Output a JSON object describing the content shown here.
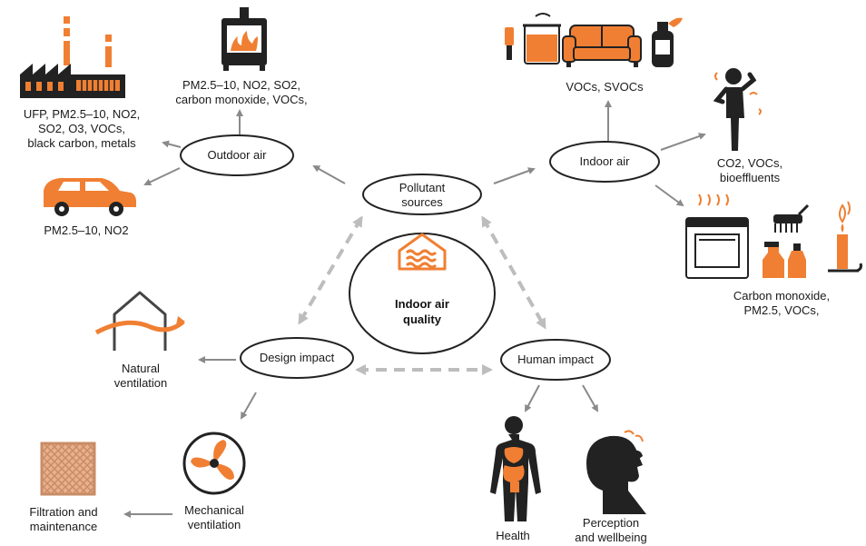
{
  "center": {
    "title_line1": "Indoor air",
    "title_line2": "quality"
  },
  "nodes": {
    "pollutant_sources_line1": "Pollutant",
    "pollutant_sources_line2": "sources",
    "outdoor_air": "Outdoor air",
    "indoor_air": "Indoor air",
    "design_impact": "Design impact",
    "human_impact": "Human impact"
  },
  "outdoor": {
    "industry_lines": [
      "UFP, PM2.5–10, NO2,",
      "SO2, O3, VOCs,",
      "black carbon, metals"
    ],
    "stove_lines": [
      "PM2.5–10, NO2, SO2,",
      "carbon monoxide, VOCs,"
    ],
    "car_lines": [
      "PM2.5–10, NO2"
    ]
  },
  "indoor": {
    "products_lines": [
      "VOCs, SVOCs"
    ],
    "people_lines": [
      "CO2, VOCs,",
      "bioeffluents"
    ],
    "household_lines": [
      "Carbon monoxide,",
      "PM2.5, VOCs,"
    ]
  },
  "design": {
    "natural_ventilation_lines": [
      "Natural",
      "ventilation"
    ],
    "mechanical_ventilation_lines": [
      "Mechanical",
      "ventilation"
    ],
    "filtration_lines": [
      "Filtration and",
      "maintenance"
    ]
  },
  "human": {
    "health": "Health",
    "perception_lines": [
      "Perception",
      "and wellbeing"
    ]
  },
  "colors": {
    "accent": "#f07f33",
    "arrow_gray": "#8a8a8a",
    "dash_gray": "#bdbdbd",
    "ink": "#111111"
  },
  "icons": [
    "factory-icon",
    "stove-icon",
    "car-icon",
    "paint-icon",
    "sofa-icon",
    "spray-can-icon",
    "person-icon",
    "oven-icon",
    "brush-icon",
    "cleaner-bottle-icon",
    "candle-icon",
    "house-icon",
    "fan-icon",
    "filter-icon",
    "body-organs-icon",
    "head-icon"
  ]
}
